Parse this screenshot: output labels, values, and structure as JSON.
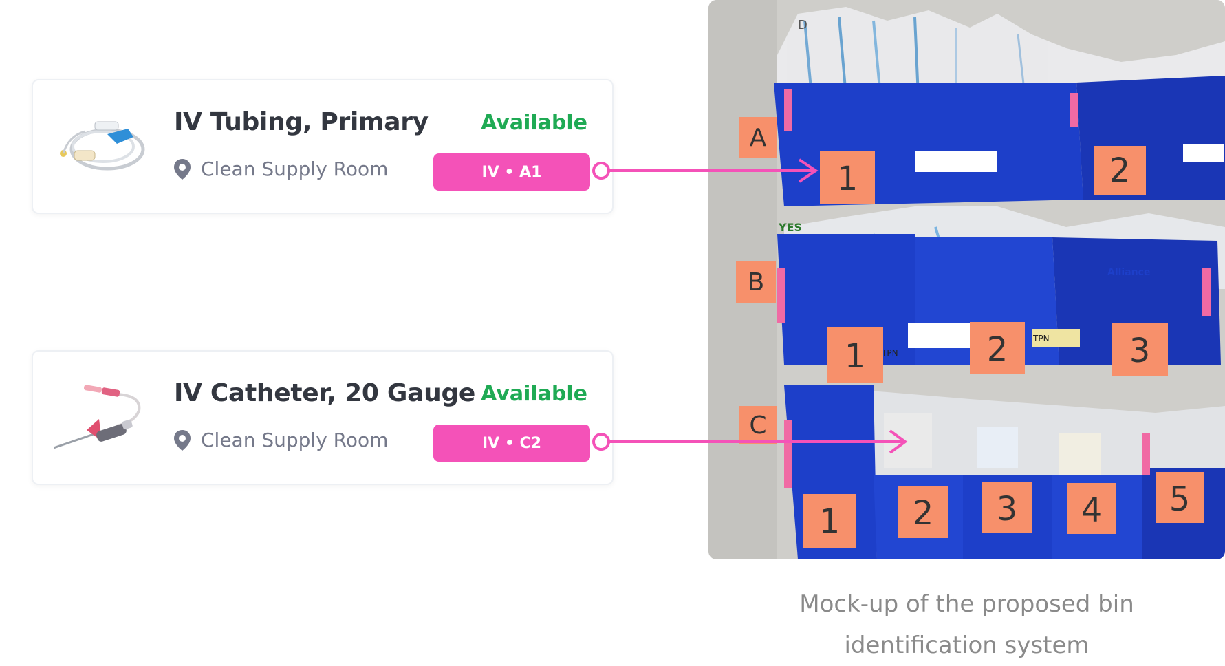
{
  "cards": [
    {
      "title": "IV Tubing, Primary",
      "location": "Clean Supply Room",
      "status": "Available",
      "bin_label": "IV • A1",
      "thumbnail_icon": "iv-tubing-image"
    },
    {
      "title": "IV Catheter, 20 Gauge",
      "location": "Clean Supply Room",
      "status": "Available",
      "bin_label": "IV • C2",
      "thumbnail_icon": "iv-catheter-image"
    }
  ],
  "photo": {
    "row_labels": [
      "A",
      "B",
      "C",
      "D"
    ],
    "bin_numbers": {
      "A": [
        "1",
        "2"
      ],
      "B": [
        "1",
        "2",
        "3"
      ],
      "C": [
        "1",
        "2",
        "3",
        "4",
        "5"
      ]
    },
    "misc_labels": [
      "YES",
      "TPN",
      "TPN",
      "Alliance"
    ]
  },
  "caption": {
    "line1": "Mock-up of the proposed bin",
    "line2": "identification system"
  },
  "colors": {
    "accent": "#f452b8",
    "available": "#1faa54",
    "bin_blue": "#1d3fc9",
    "sticky_note": "#f7906b"
  }
}
